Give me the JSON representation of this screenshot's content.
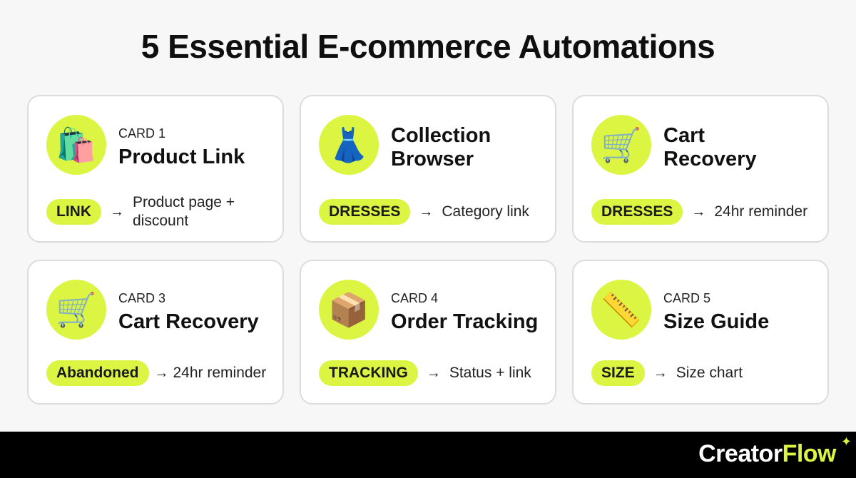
{
  "title": "5 Essential E-commerce Automations",
  "accent_color": "#dcf542",
  "cards": [
    {
      "icon": "shopping-bags-icon",
      "icon_glyph": "🛍️",
      "label": "CARD 1",
      "title": "Product Link",
      "keyword": "LINK",
      "arrow": "→",
      "result": "Product page + discount"
    },
    {
      "icon": "dress-icon",
      "icon_glyph": "👗",
      "label": "",
      "title": "Collection Browser",
      "keyword": "DRESSES",
      "arrow": "→",
      "result": "Category link"
    },
    {
      "icon": "shopping-cart-icon",
      "icon_glyph": "🛒",
      "label": "",
      "title": "Cart Recovery",
      "keyword": "DRESSES",
      "arrow": "→",
      "result": "24hr reminder"
    },
    {
      "icon": "shopping-cart-icon",
      "icon_glyph": "🛒",
      "label": "CARD 3",
      "title": "Cart Recovery",
      "keyword": "Abandoned",
      "arrow": "→",
      "result": "24hr reminder"
    },
    {
      "icon": "package-icon",
      "icon_glyph": "📦",
      "label": "CARD 4",
      "title": "Order Tracking",
      "keyword": "TRACKING",
      "arrow": "→",
      "result": "Status + link"
    },
    {
      "icon": "ruler-icon",
      "icon_glyph": "📏",
      "label": "CARD 5",
      "title": "Size Guide",
      "keyword": "SIZE",
      "arrow": "→",
      "result": "Size chart"
    }
  ],
  "footer": {
    "brand_part1": "Creator",
    "brand_part2": "Flow",
    "sparkle_glyph": "✦"
  }
}
